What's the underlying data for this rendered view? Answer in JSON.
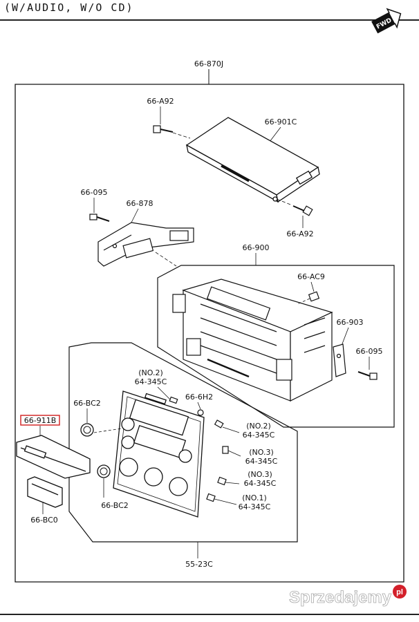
{
  "header": {
    "title": "(W/AUDIO, W/O CD)"
  },
  "fwd_badge": "FWD",
  "parts": {
    "assembly": "66-870J",
    "screw_top": "66-A92",
    "bracket_main": "66-901C",
    "screw_bottom": "66-A92",
    "screw_left": "66-095",
    "bracket_left": "66-878",
    "unit": "66-900",
    "connector_small": "66-AC9",
    "side_bracket": "66-903",
    "screw_right": "66-095",
    "lamp_no2_top_tag": "(NO.2)",
    "lamp_no2_top": "64-345C",
    "bulb": "66-6H2",
    "knob_upper": "66-BC2",
    "panel_part": "66-911B",
    "lamp_no2_right_tag": "(NO.2)",
    "lamp_no2_right": "64-345C",
    "lamp_no3a_tag": "(NO.3)",
    "lamp_no3a": "64-345C",
    "lamp_no3b_tag": "(NO.3)",
    "lamp_no3b": "64-345C",
    "knob_lower": "66-BC2",
    "lamp_no1_tag": "(NO.1)",
    "lamp_no1": "64-345C",
    "clip_part": "66-BC0",
    "bezel": "55-23C"
  },
  "watermark": {
    "text": "Sprzedajemy",
    "suffix": "pl"
  }
}
